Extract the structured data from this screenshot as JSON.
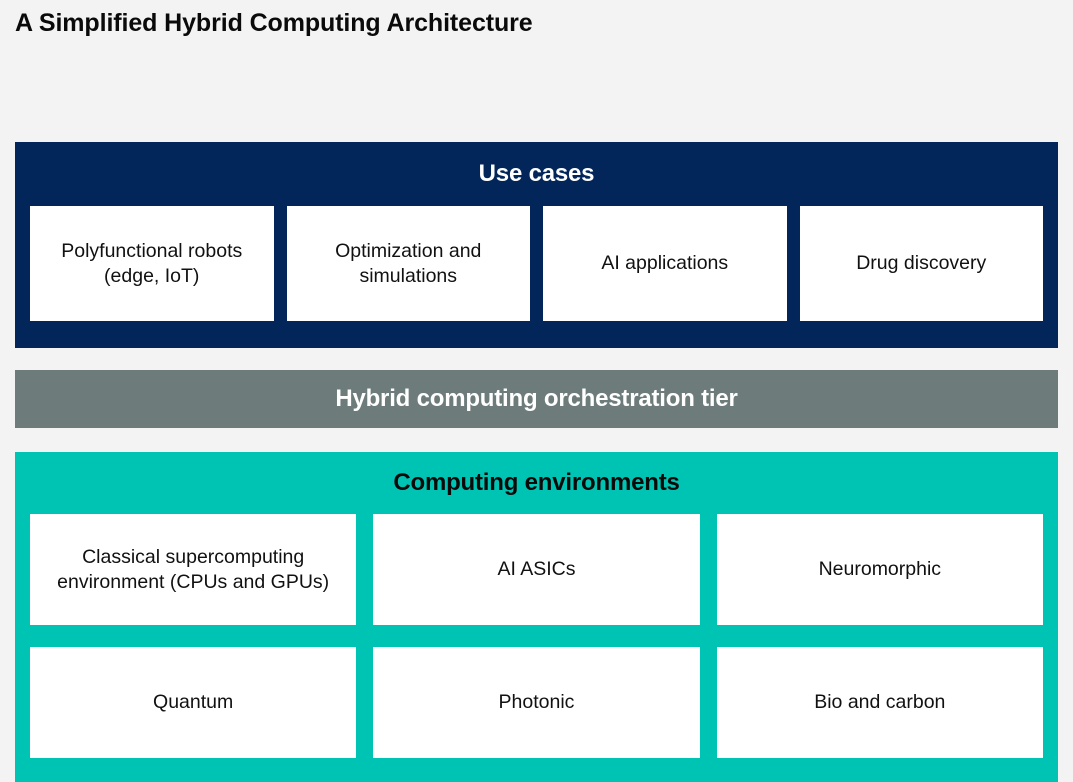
{
  "page": {
    "title": "A Simplified Hybrid Computing Architecture",
    "background_color": "#f3f3f3"
  },
  "colors": {
    "use_cases_band": "#03265a",
    "orchestration_band": "#6d7b7b",
    "environments_band": "#00c4b3",
    "card_background": "#ffffff",
    "card_text": "#111111",
    "light_title_text": "#ffffff",
    "dark_title_text": "#0a0a0a"
  },
  "diagram": {
    "layers": [
      {
        "id": "use-cases",
        "title": "Use cases",
        "cards": [
          {
            "label": "Polyfunctional robots (edge, IoT)"
          },
          {
            "label": "Optimization and simulations"
          },
          {
            "label": "AI applications"
          },
          {
            "label": "Drug discovery"
          }
        ]
      },
      {
        "id": "orchestration",
        "title": "Hybrid computing orchestration tier",
        "cards": []
      },
      {
        "id": "computing-environments",
        "title": "Computing environments",
        "rows": [
          [
            {
              "label": "Classical supercomputing environment (CPUs and GPUs)"
            },
            {
              "label": "AI ASICs"
            },
            {
              "label": "Neuromorphic"
            }
          ],
          [
            {
              "label": "Quantum"
            },
            {
              "label": "Photonic"
            },
            {
              "label": "Bio and carbon"
            }
          ]
        ]
      }
    ]
  }
}
